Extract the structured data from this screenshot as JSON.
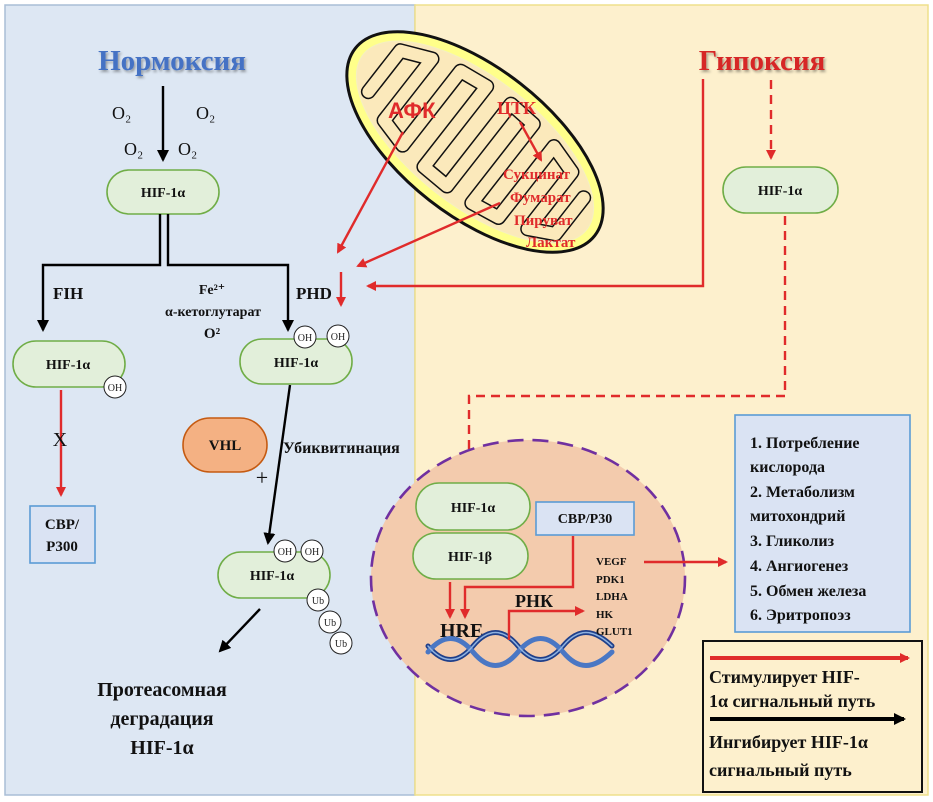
{
  "normoxia": {
    "title": "Нормоксия",
    "o2": [
      "O₂",
      "O₂",
      "O₂",
      "O₂"
    ],
    "hif_top": "HIF-1α",
    "fih": "FIH",
    "cofactors": [
      "Fe²⁺",
      "α-кетоглутарат",
      "O²"
    ],
    "phd": "PHD",
    "hif_fih": "HIF-1α",
    "hif_phd": "HIF-1α",
    "oh": "OH",
    "block_mark": "X",
    "cbp_p300": [
      "CBP/",
      "P300"
    ],
    "vhl": "VHL",
    "plus": "+",
    "ubiquitination": "Убиквитинация",
    "hif_ub": "HIF-1α",
    "ub": "Ub",
    "degradation": [
      "Протеасомная",
      "деградация",
      "HIF-1α"
    ]
  },
  "mitochondrion": {
    "ros": "АФК",
    "tca": "ЦТК",
    "metabolites": [
      "Сукцинат",
      "Фумарат",
      "Пируват",
      "Лактат"
    ]
  },
  "hypoxia": {
    "title": "Гипоксия",
    "hif": "HIF-1α"
  },
  "nucleus": {
    "hif_alpha": "HIF-1α",
    "hif_beta": "HIF-1β",
    "cbp": "CBP/P30",
    "hre": "HRE",
    "rna": "РНК",
    "genes": [
      "VEGF",
      "PDK1",
      "LDHA",
      "HK",
      "GLUT1"
    ]
  },
  "effects": {
    "lines": [
      "1. Потребление",
      "кислорода",
      "2. Метаболизм",
      "митохондрий",
      "3. Гликолиз",
      "4. Ангиогенез",
      "5. Обмен железа",
      "6. Эритропоэз"
    ]
  },
  "legend": {
    "stimulates": [
      "Стимулирует HIF-",
      "1α сигнальный путь"
    ],
    "inhibits": [
      "Ингибирует HIF-1α",
      "сигнальный путь"
    ]
  },
  "colors": {
    "normoxia_panel": "#dde7f3",
    "hypoxia_panel": "#fdf0cd",
    "normoxia_title": "#4472c4",
    "hypoxia_title": "#d62626",
    "stimulate_arrow": "#e02b2b",
    "inhibit_arrow": "#000000",
    "nucleus_fill": "#f3cbad",
    "nucleus_border": "#7030a0"
  }
}
